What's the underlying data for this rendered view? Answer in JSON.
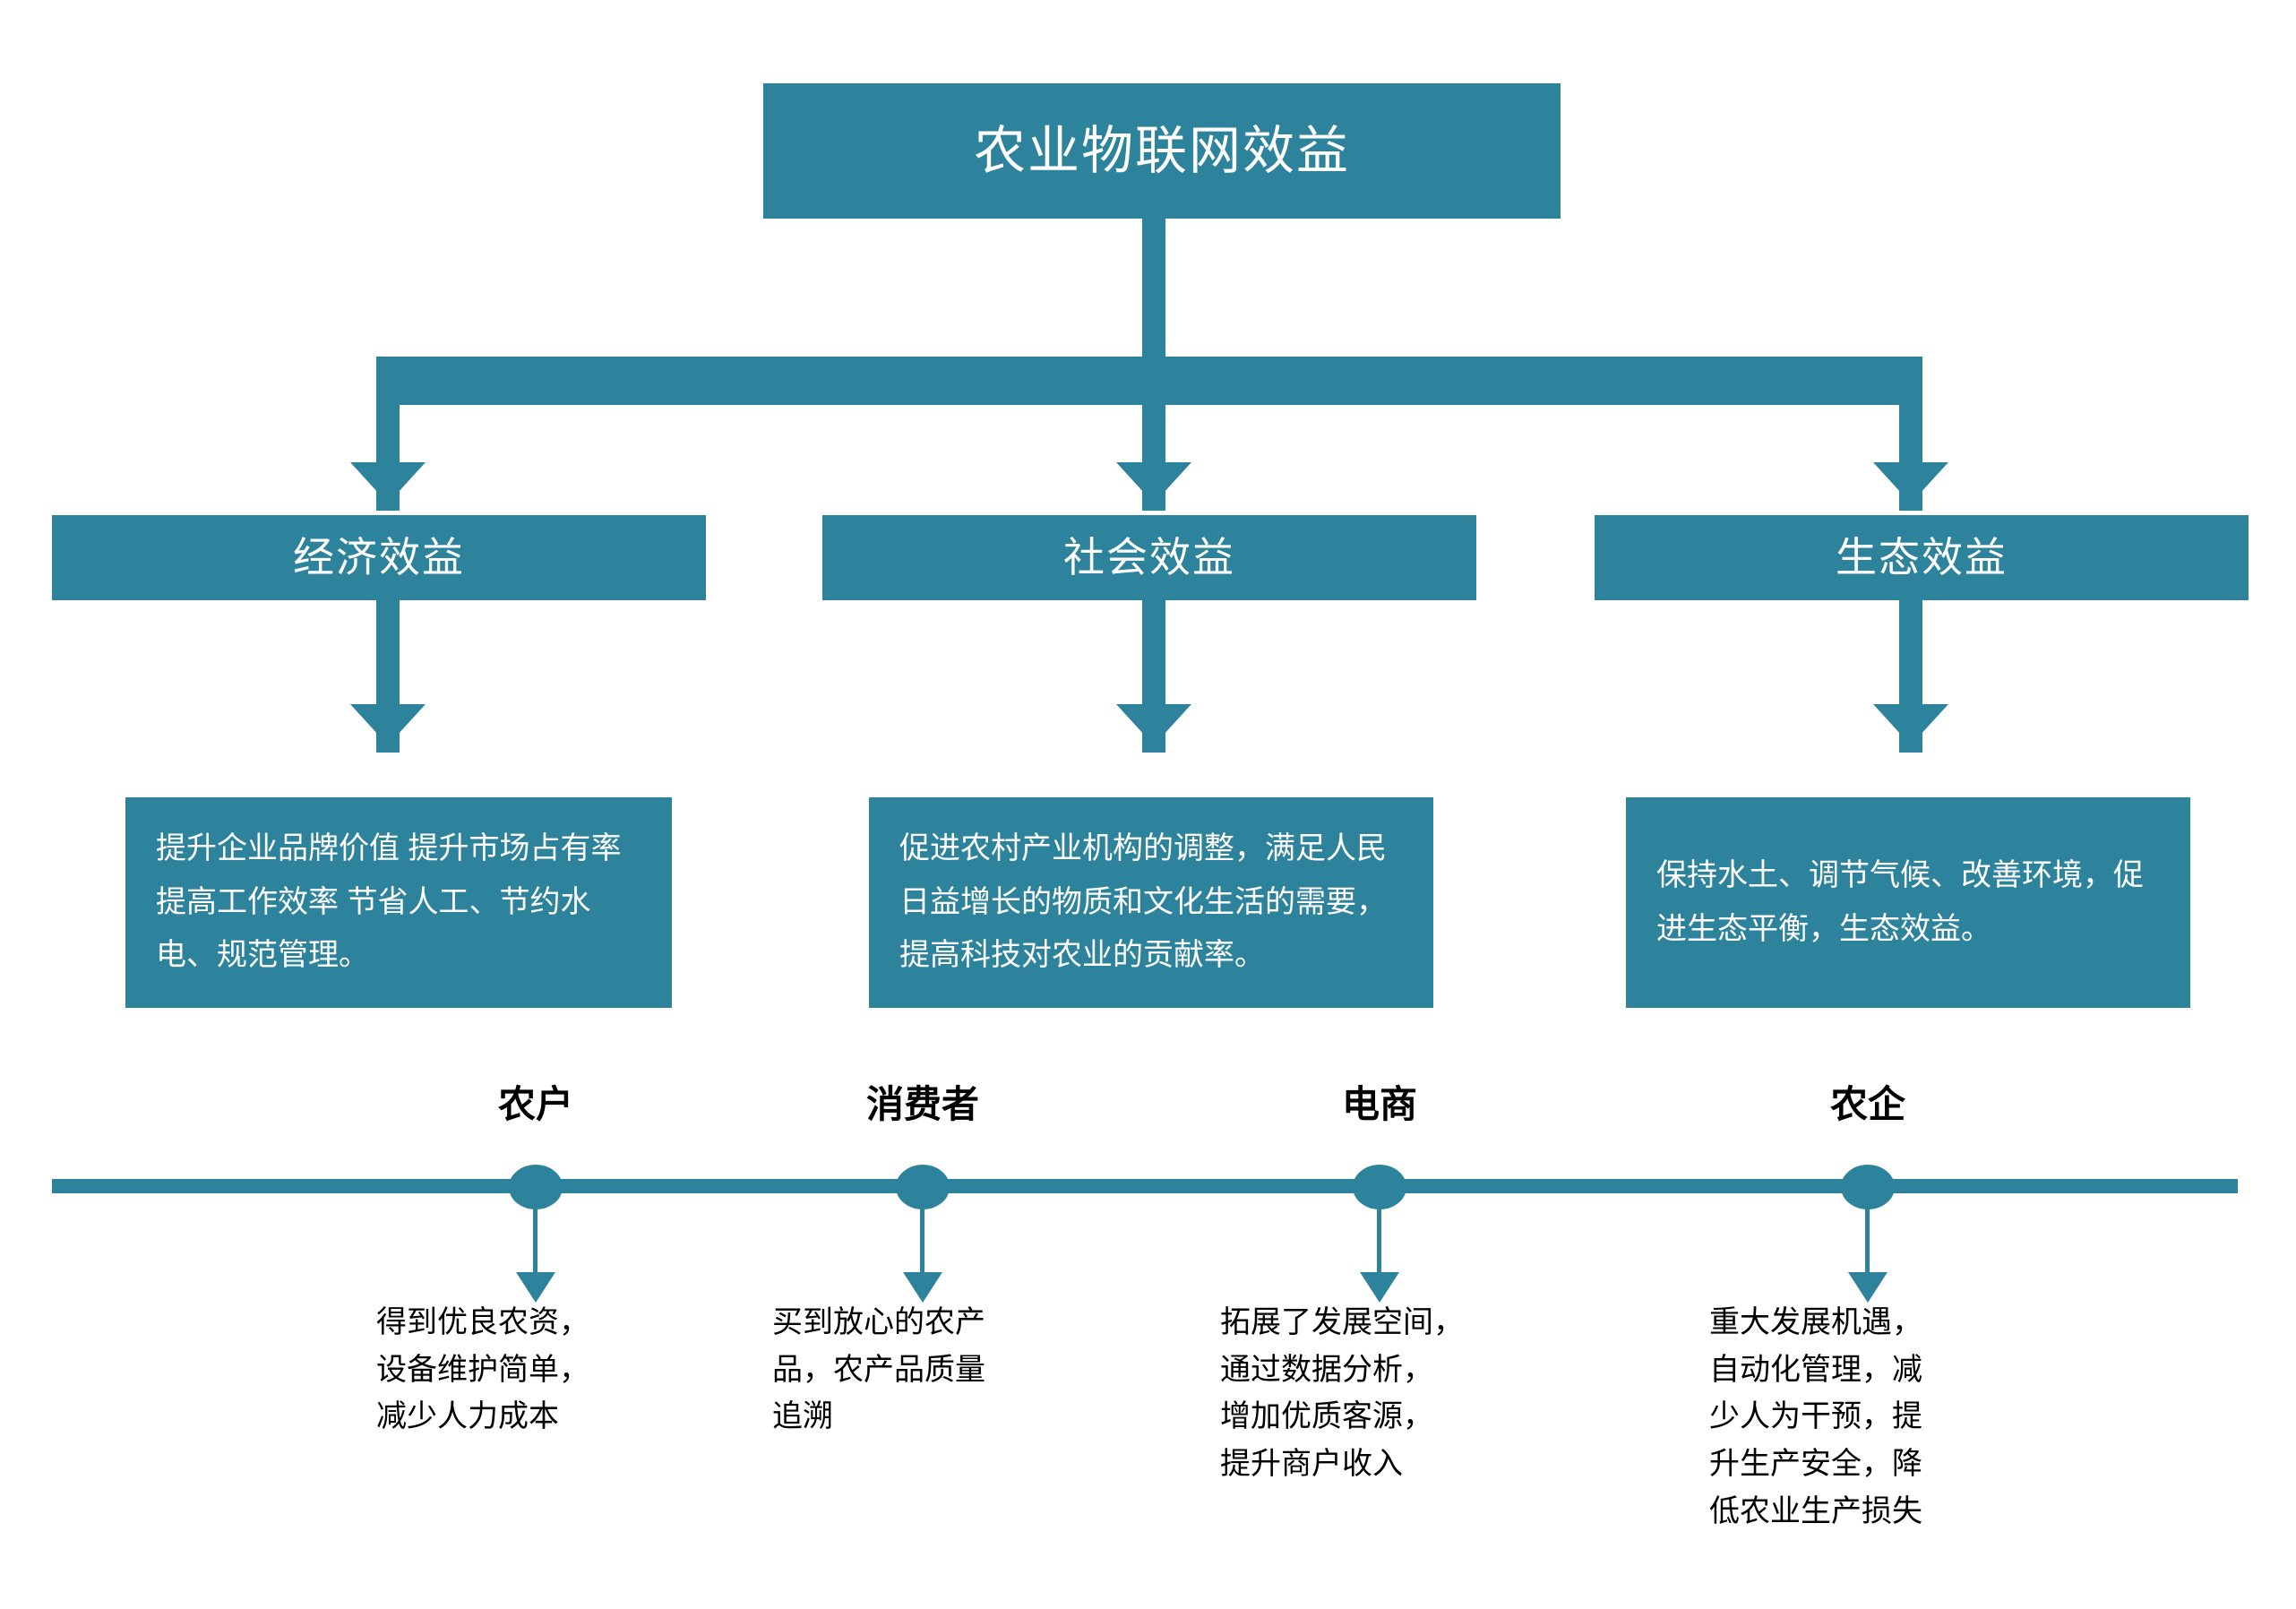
{
  "theme": {
    "accent": "#2E839C",
    "box_text": "#FFFFFF",
    "timeline_text": "#000000",
    "background": "#FFFFFF"
  },
  "root": {
    "title": "农业物联网效益"
  },
  "categories": [
    {
      "label": "经济效益",
      "description": "提升企业品牌价值 提升市场占有率 提高工作效率 节省人工、节约水电、规范管理。"
    },
    {
      "label": "社会效益",
      "description": "促进农村产业机构的调整，满足人民日益增长的物质和文化生活的需要，提高科技对农业的贡献率。"
    },
    {
      "label": "生态效益",
      "description": "保持水土、调节气候、改善环境，促进生态平衡，生态效益。"
    }
  ],
  "timeline": {
    "nodes": [
      {
        "label": "农户",
        "text": "得到优良农资，\n设备维护简单，\n减少人力成本"
      },
      {
        "label": "消费者",
        "text": "买到放心的农产\n品，农产品质量\n追溯"
      },
      {
        "label": "电商",
        "text": "拓展了发展空间，\n通过数据分析，\n增加优质客源，\n提升商户收入"
      },
      {
        "label": "农企",
        "text": "重大发展机遇，\n自动化管理，减\n少人为干预，提\n升生产安全，降\n低农业生产损失"
      }
    ]
  }
}
